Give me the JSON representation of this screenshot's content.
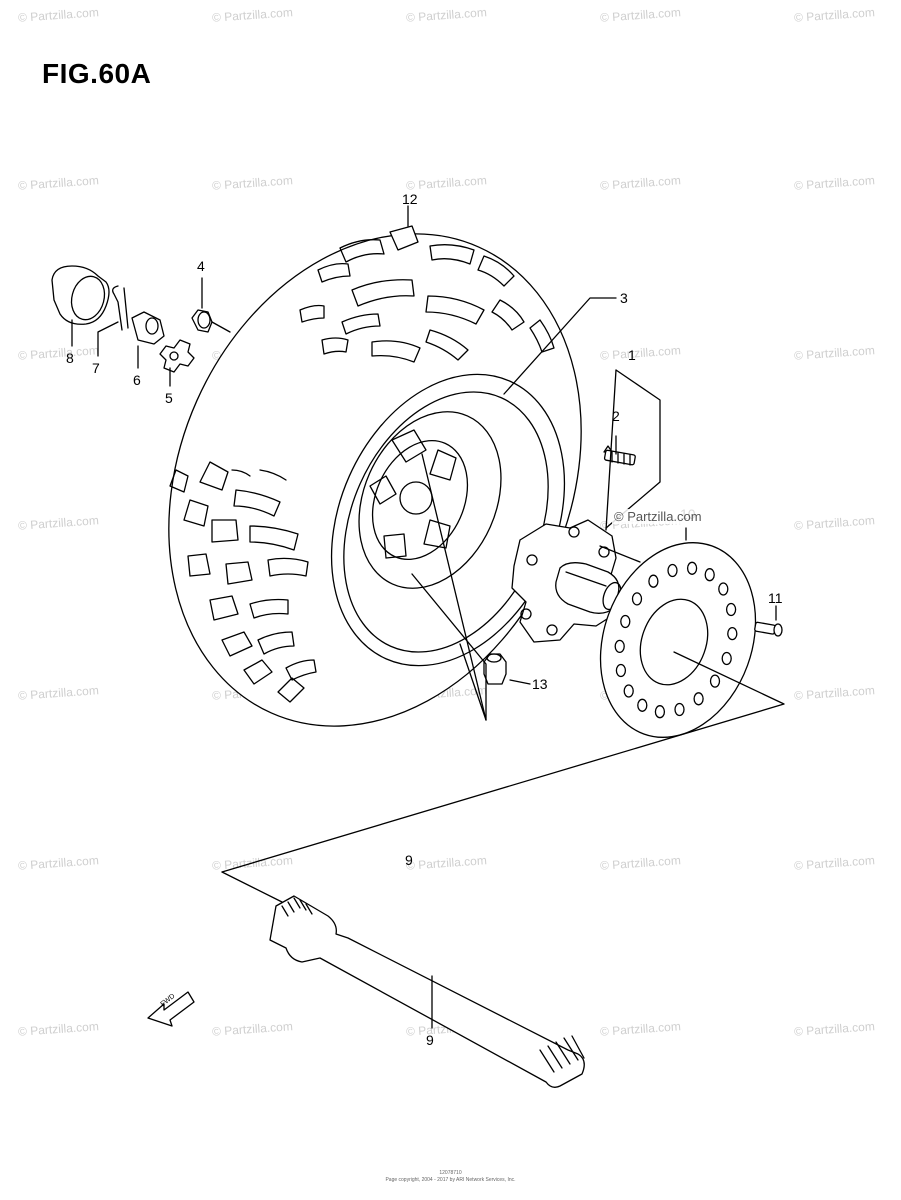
{
  "figure": {
    "title": "FIG.60A"
  },
  "watermark_text": "© Partzilla.com",
  "overlay_label": "© Partzilla.com",
  "callouts": [
    {
      "id": "1",
      "text": "1"
    },
    {
      "id": "2",
      "text": "2"
    },
    {
      "id": "3",
      "text": "3"
    },
    {
      "id": "4",
      "text": "4"
    },
    {
      "id": "5",
      "text": "5"
    },
    {
      "id": "6",
      "text": "6"
    },
    {
      "id": "7",
      "text": "7"
    },
    {
      "id": "8",
      "text": "8"
    },
    {
      "id": "9a",
      "text": "9"
    },
    {
      "id": "9b",
      "text": "9"
    },
    {
      "id": "10",
      "text": "10"
    },
    {
      "id": "11",
      "text": "11"
    },
    {
      "id": "12",
      "text": "12"
    },
    {
      "id": "13",
      "text": "13"
    }
  ],
  "fwd_arrow_label": "FWD",
  "footer": {
    "line1": "12078710",
    "line2": "Page copyright, 2004 - 2017 by ARI Network Services, Inc."
  }
}
